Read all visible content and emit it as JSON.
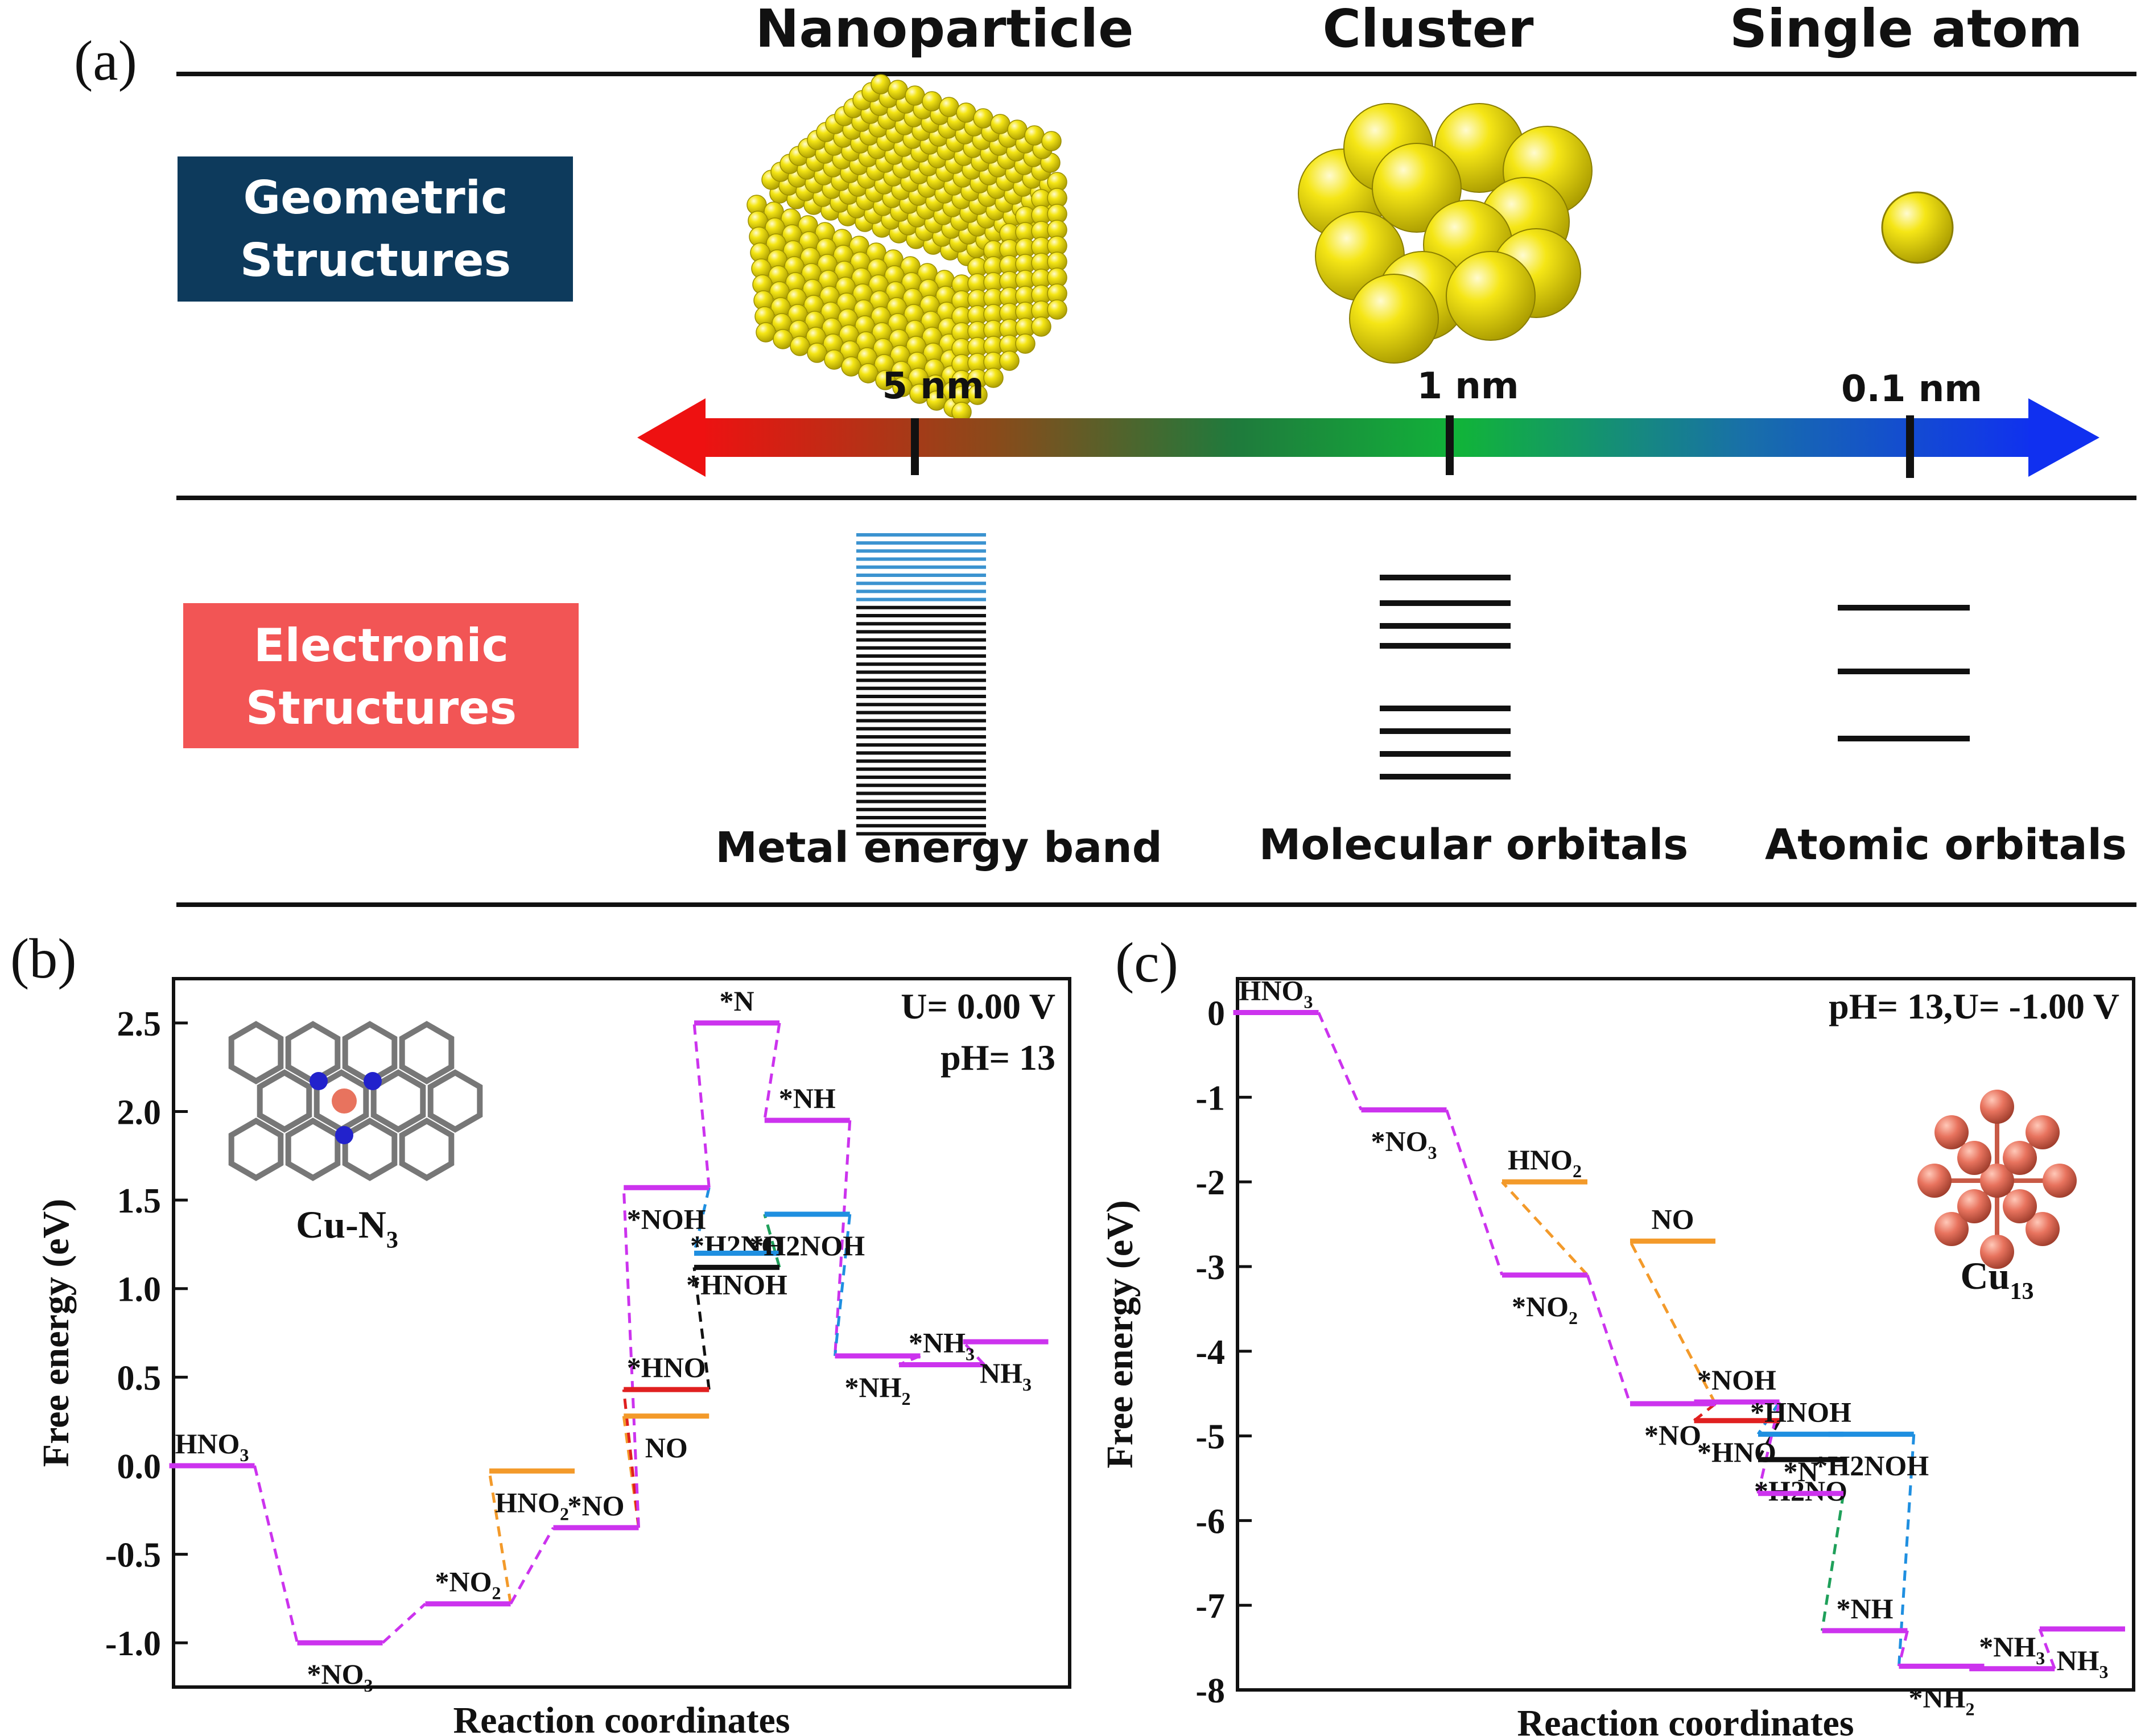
{
  "panel_a": {
    "label": "(a)",
    "headers": [
      "Nanoparticle",
      "Cluster",
      "Single atom"
    ],
    "geometric_label": [
      "Geometric",
      "Structures"
    ],
    "electronic_label": [
      "Electronic",
      "Structures"
    ],
    "scale_marks": [
      "5 nm",
      "1 nm",
      "0.1 nm"
    ],
    "bottom_labels": [
      "Metal energy band",
      "Molecular orbitals",
      "Atomic orbitals"
    ],
    "colors": {
      "geometric_box": "#0d3a5c",
      "electronic_box": "#f25555",
      "atom": "#f5e616",
      "band_top": "#3b93d0"
    }
  },
  "chart_data": [
    {
      "type": "line",
      "panel_label": "(b)",
      "title": "",
      "xlabel": "Reaction coordinates",
      "ylabel": "Free energy (eV)",
      "ylim": [
        -1.25,
        2.75
      ],
      "yticks": [
        "2.5",
        "2.0",
        "1.5",
        "1.0",
        "0.5",
        "0.0",
        "-0.5",
        "-1.0"
      ],
      "condition": [
        "U= 0.00 V",
        "pH= 13"
      ],
      "structure_label": "Cu-N",
      "structure_sub": "3",
      "levels": [
        {
          "name": "HNO",
          "sub": "3",
          "x": 0.0,
          "y": 0.0,
          "color": "#cc33ee"
        },
        {
          "name": "*NO",
          "sub": "3",
          "x": 1.0,
          "y": -1.0,
          "color": "#cc33ee"
        },
        {
          "name": "*NO",
          "sub": "2",
          "x": 2.0,
          "y": -0.78,
          "color": "#cc33ee"
        },
        {
          "name": "HNO",
          "sub": "2",
          "x": 2.5,
          "y": -0.03,
          "color": "#f39a2a"
        },
        {
          "name": "*NO",
          "sub": "",
          "x": 3.0,
          "y": -0.35,
          "color": "#cc33ee"
        },
        {
          "name": "NO",
          "sub": "",
          "x": 3.55,
          "y": 0.28,
          "color": "#f39a2a"
        },
        {
          "name": "*HNO",
          "sub": "",
          "x": 3.55,
          "y": 0.43,
          "color": "#e02020"
        },
        {
          "name": "*NOH",
          "sub": "",
          "x": 3.55,
          "y": 1.57,
          "color": "#cc33ee"
        },
        {
          "name": "*H2NO",
          "sub": "",
          "x": 4.1,
          "y": 1.12,
          "color": "#111111"
        },
        {
          "name": "*HNOH",
          "sub": "",
          "x": 4.1,
          "y": 1.2,
          "color": "#1f8fe0"
        },
        {
          "name": "*N",
          "sub": "",
          "x": 4.1,
          "y": 2.5,
          "color": "#cc33ee"
        },
        {
          "name": "*H2NOH",
          "sub": "",
          "x": 4.65,
          "y": 1.42,
          "color": "#1f8fe0"
        },
        {
          "name": "*NH",
          "sub": "",
          "x": 4.65,
          "y": 1.95,
          "color": "#cc33ee"
        },
        {
          "name": "*NH",
          "sub": "2",
          "x": 5.2,
          "y": 0.62,
          "color": "#cc33ee"
        },
        {
          "name": "*NH",
          "sub": "3",
          "x": 5.7,
          "y": 0.57,
          "color": "#cc33ee"
        },
        {
          "name": "NH",
          "sub": "3",
          "x": 6.2,
          "y": 0.7,
          "color": "#cc33ee"
        }
      ]
    },
    {
      "type": "line",
      "panel_label": "(c)",
      "title": "",
      "xlabel": "Reaction coordinates",
      "ylabel": "Free energy (eV)",
      "ylim": [
        -8.0,
        0.4
      ],
      "yticks": [
        "0",
        "-1",
        "-2",
        "-3",
        "-4",
        "-5",
        "-6",
        "-7",
        "-8"
      ],
      "condition": [
        "pH= 13,U= -1.00 V"
      ],
      "structure_label": "Cu",
      "structure_sub": "13",
      "levels": [
        {
          "name": "HNO",
          "sub": "3",
          "x": 0.0,
          "y": 0.0,
          "color": "#cc33ee"
        },
        {
          "name": "*NO",
          "sub": "3",
          "x": 1.0,
          "y": -1.15,
          "color": "#cc33ee"
        },
        {
          "name": "HNO",
          "sub": "2",
          "x": 2.1,
          "y": -2.0,
          "color": "#f39a2a"
        },
        {
          "name": "*NO",
          "sub": "2",
          "x": 2.1,
          "y": -3.1,
          "color": "#cc33ee"
        },
        {
          "name": "NO",
          "sub": "",
          "x": 3.1,
          "y": -2.7,
          "color": "#f39a2a"
        },
        {
          "name": "*NO",
          "sub": "",
          "x": 3.1,
          "y": -4.62,
          "color": "#cc33ee"
        },
        {
          "name": "*NOH",
          "sub": "",
          "x": 3.6,
          "y": -4.6,
          "color": "#cc33ee"
        },
        {
          "name": "*HNO",
          "sub": "",
          "x": 3.6,
          "y": -4.82,
          "color": "#e02020"
        },
        {
          "name": "*HNOH",
          "sub": "",
          "x": 4.1,
          "y": -4.98,
          "color": "#1f8fe0"
        },
        {
          "name": "*H2NO",
          "sub": "",
          "x": 4.1,
          "y": -5.28,
          "color": "#111111"
        },
        {
          "name": "*N",
          "sub": "",
          "x": 4.1,
          "y": -5.68,
          "color": "#cc33ee"
        },
        {
          "name": "*H2NOH",
          "sub": "",
          "x": 4.65,
          "y": -4.98,
          "color": "#1f8fe0"
        },
        {
          "name": "*NH",
          "sub": "",
          "x": 4.6,
          "y": -7.3,
          "color": "#cc33ee"
        },
        {
          "name": "*NH",
          "sub": "2",
          "x": 5.2,
          "y": -7.72,
          "color": "#cc33ee"
        },
        {
          "name": "*NH",
          "sub": "3",
          "x": 5.75,
          "y": -7.75,
          "color": "#cc33ee"
        },
        {
          "name": "NH",
          "sub": "3",
          "x": 6.3,
          "y": -7.28,
          "color": "#cc33ee"
        }
      ]
    }
  ]
}
